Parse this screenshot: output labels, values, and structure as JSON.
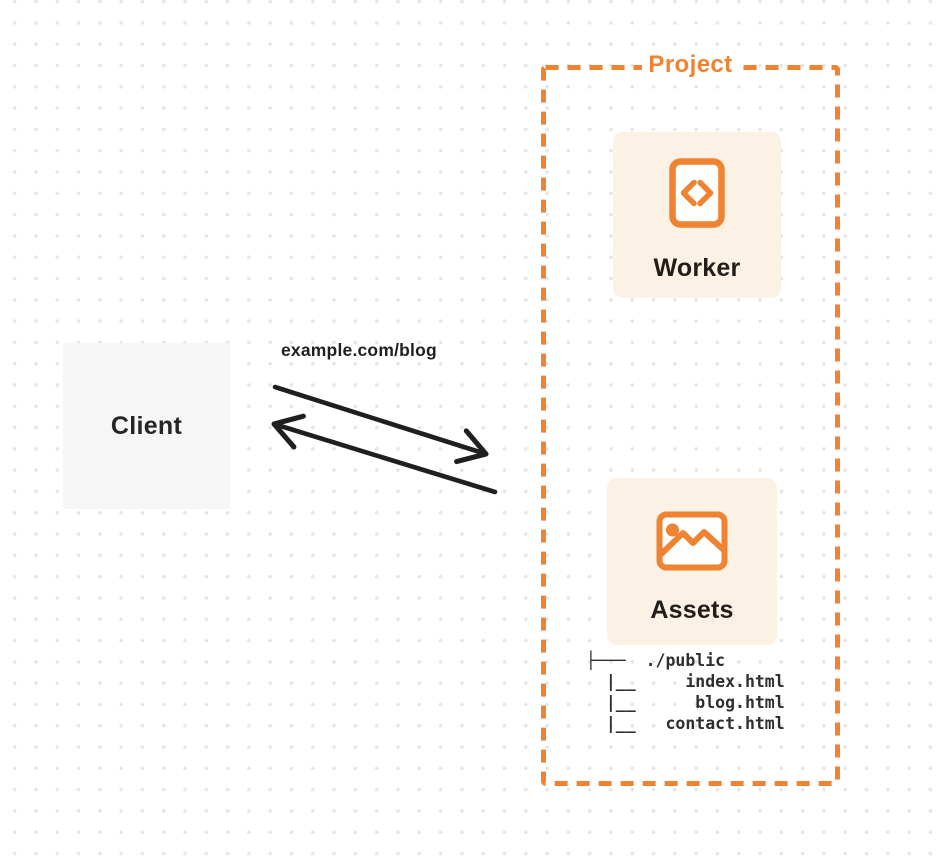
{
  "colors": {
    "accent": "#EF8331",
    "card_bg": "#FBF1E5",
    "client_bg": "#F6F6F7",
    "ink": "#1F1F1F",
    "tree_ink": "#2E2E2E",
    "dot": "#E5E5E8",
    "canvas_bg": "#FFFFFF"
  },
  "client": {
    "label": "Client"
  },
  "request": {
    "url_label": "example.com/blog"
  },
  "project": {
    "label": "Project",
    "worker": {
      "icon": "code-file-icon",
      "label": "Worker"
    },
    "assets": {
      "icon": "image-icon",
      "label": "Assets",
      "file_tree": [
        "├───  ./public",
        "  |__     index.html",
        "  |__      blog.html",
        "  |__   contact.html"
      ]
    }
  }
}
